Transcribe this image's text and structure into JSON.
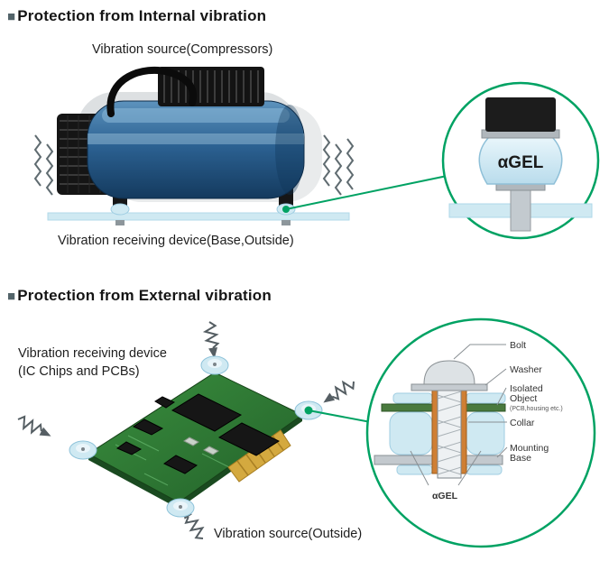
{
  "icons": {
    "section_bullet": "■"
  },
  "colors": {
    "accent_green": "#00a263",
    "gel_blue": "#cfe9f2",
    "tank_blue": "#2c6293",
    "pcb_green": "#2e7d32",
    "collar_orange": "#cf7f34"
  },
  "section_internal": {
    "title": "Protection from Internal vibration",
    "source_label": "Vibration source(Compressors)",
    "receiver_label": "Vibration receiving device(Base,Outside)",
    "callout": {
      "gel_label": "αGEL"
    }
  },
  "section_external": {
    "title": "Protection from External vibration",
    "receiver_label_line1": "Vibration receiving device",
    "receiver_label_line2": "(IC Chips and PCBs)",
    "source_label": "Vibration source(Outside)",
    "callout": {
      "bolt_label": "Bolt",
      "washer_label": "Washer",
      "isolated_label_line1": "Isolated",
      "isolated_label_line2": "Object",
      "isolated_note": "(PCB,housing etc.)",
      "collar_label": "Collar",
      "mounting_label_line1": "Mounting",
      "mounting_label_line2": "Base",
      "gel_label": "αGEL"
    }
  }
}
